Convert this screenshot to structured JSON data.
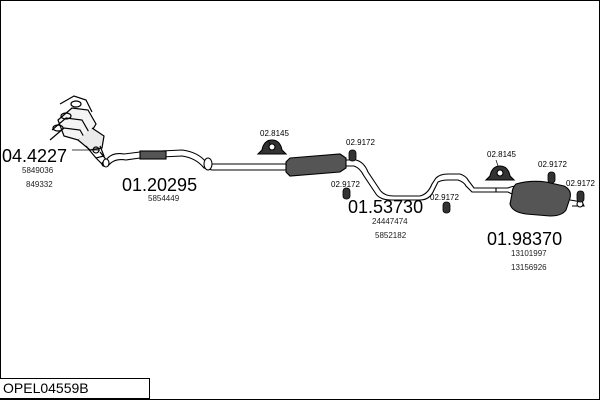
{
  "diagram_code": "OPEL04559B",
  "parts": [
    {
      "part_number": "04.4227",
      "refs": [
        "5849036",
        "849332"
      ]
    },
    {
      "part_number": "01.20295",
      "refs": [
        "5854449"
      ]
    },
    {
      "part_number": "01.53730",
      "refs": [
        "24447474",
        "5852182"
      ]
    },
    {
      "part_number": "01.98370",
      "refs": [
        "13101997",
        "13156926"
      ]
    }
  ],
  "hardware": {
    "clamp_a": "02.8145",
    "clamp_b": "02.8145",
    "hanger_1": "02.9172",
    "hanger_2": "02.9172",
    "hanger_3": "02.9172",
    "hanger_4": "02.9172",
    "hanger_5": "02.9172"
  },
  "colors": {
    "line": "#000000",
    "label": "#000000",
    "secondary": "#333333"
  }
}
